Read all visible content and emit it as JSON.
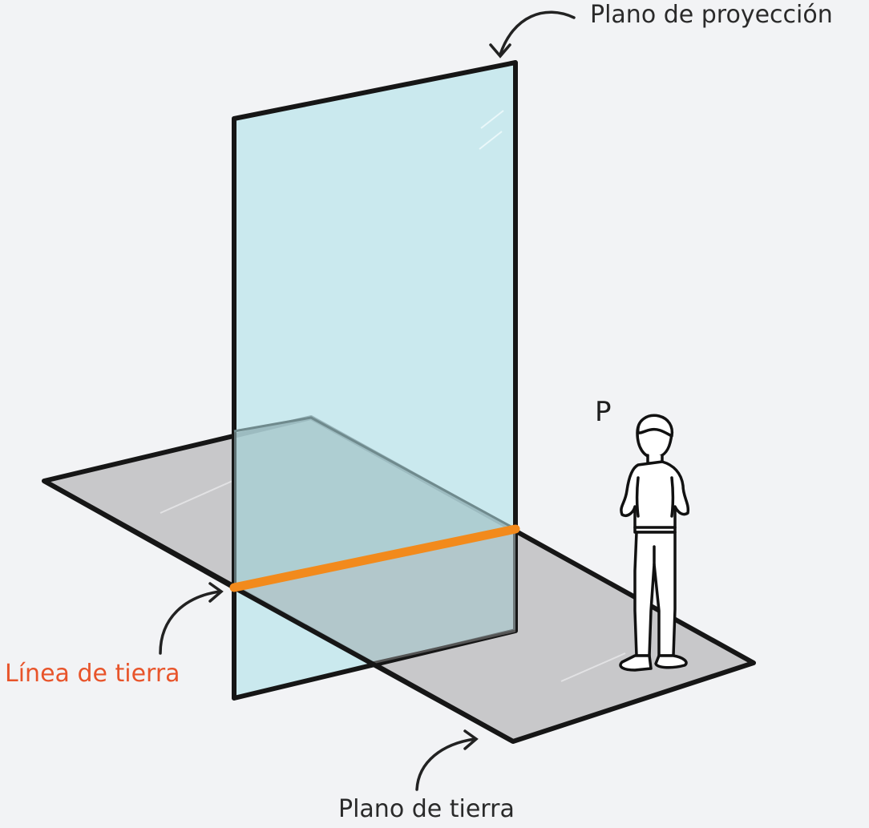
{
  "labels": {
    "projection_plane": "Plano de proyección",
    "ground_line": "Línea de tierra",
    "ground_plane": "Plano de tierra",
    "point": "P"
  },
  "colors": {
    "background": "#f2f3f5",
    "projection_plane_fill": "#cbe8ec",
    "ground_plane_fill": "#c8c8ca",
    "ground_line": "#f28a1c",
    "ground_line_label": "#e8542a",
    "outline": "#161616"
  },
  "icons": {
    "figure": "standing-man-icon"
  }
}
